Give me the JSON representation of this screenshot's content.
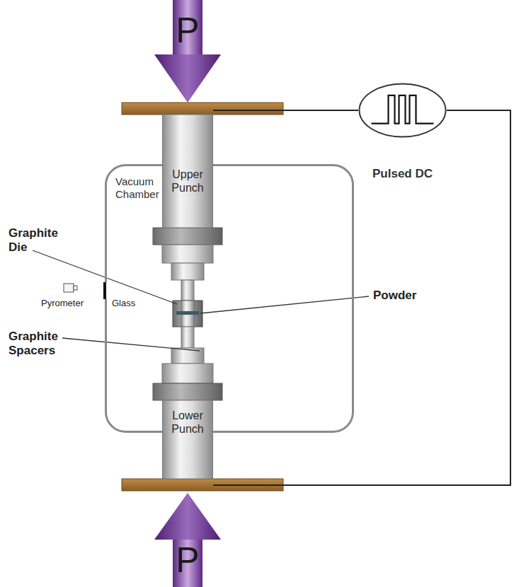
{
  "diagram": {
    "nodes": [
      {
        "text": [
          "P"
        ]
      },
      {
        "text": [
          "Vacuum Chamber"
        ]
      },
      {
        "text": [
          "Upper Punch"
        ]
      },
      {
        "text": [
          "Pulsed DC"
        ]
      },
      {
        "text": [
          "Lower Punch"
        ]
      },
      {
        "text": [
          "P"
        ]
      }
    ],
    "edges": [
      {
        "from": 3,
        "to": 2,
        "arrow": "none"
      },
      {
        "from": 3,
        "to": 4,
        "arrow": "none"
      }
    ],
    "labels": [
      "Graphite Die",
      "Pyrometer",
      "Glass",
      "Powder",
      "Graphite Spacers"
    ]
  }
}
